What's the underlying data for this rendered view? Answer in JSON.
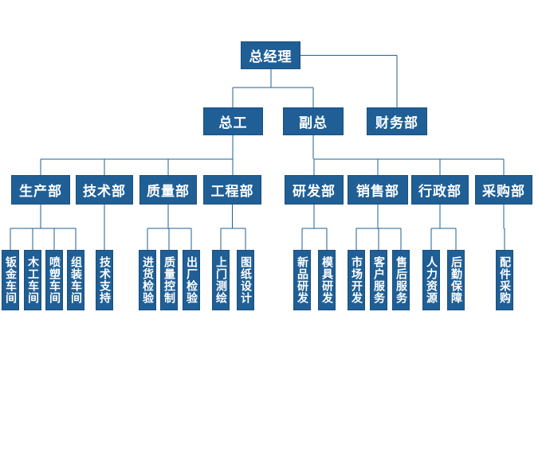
{
  "colors": {
    "box": "#1f5f96",
    "line": "#1f5f96",
    "text": "#ffffff"
  },
  "org": {
    "top": "总经理",
    "finance": "财务部",
    "chief_engineer": "总工",
    "deputy": "副总",
    "departments": [
      {
        "name": "生产部",
        "units": [
          "钣金车间",
          "木工车间",
          "喷塑车间",
          "组装车间"
        ]
      },
      {
        "name": "技术部",
        "units": [
          "技术支持"
        ]
      },
      {
        "name": "质量部",
        "units": [
          "进货检验",
          "质量控制",
          "出厂检验"
        ]
      },
      {
        "name": "工程部",
        "units": [
          "上门测绘",
          "图纸设计"
        ]
      },
      {
        "name": "研发部",
        "units": [
          "新品研发",
          "模具研发"
        ]
      },
      {
        "name": "销售部",
        "units": [
          "市场开发",
          "客户服务",
          "售后服务"
        ]
      },
      {
        "name": "行政部",
        "units": [
          "人力资源",
          "后勤保障"
        ]
      },
      {
        "name": "采购部",
        "units": [
          "配件采购"
        ]
      }
    ]
  }
}
